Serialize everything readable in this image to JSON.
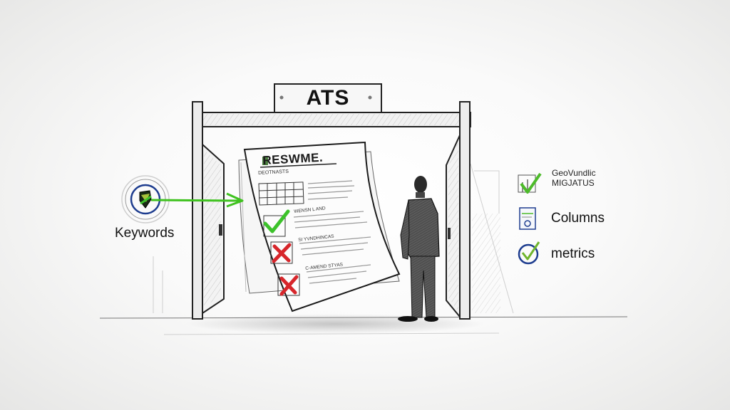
{
  "illustration": {
    "style": "pencil sketch",
    "gate_sign": "ATS",
    "resume": {
      "title": "RESWME.",
      "subtitle": "DEOTNASTS",
      "sections": [
        {
          "label": "WENSN L AND",
          "status": "pass",
          "mark": "check"
        },
        {
          "label": "SI YVNDHINCAS",
          "status": "fail",
          "mark": "cross"
        },
        {
          "label": "C-AMEND STYAS",
          "status": "fail",
          "mark": "cross"
        }
      ]
    },
    "left_callout": {
      "label": "Keywords",
      "icon": "target-shield-icon",
      "arrow_color": "#3fc21f"
    },
    "right_legend": [
      {
        "label": "GeoVundlic MIGJATUS",
        "icon": "chart-check-icon"
      },
      {
        "label": "Columns",
        "icon": "document-columns-icon"
      },
      {
        "label": "metrics",
        "icon": "circle-check-icon"
      }
    ],
    "colors": {
      "check_green": "#3cc22a",
      "cross_red": "#d7262b",
      "ink": "#1b1b1b",
      "accent_blue": "#1e3d8f"
    }
  }
}
